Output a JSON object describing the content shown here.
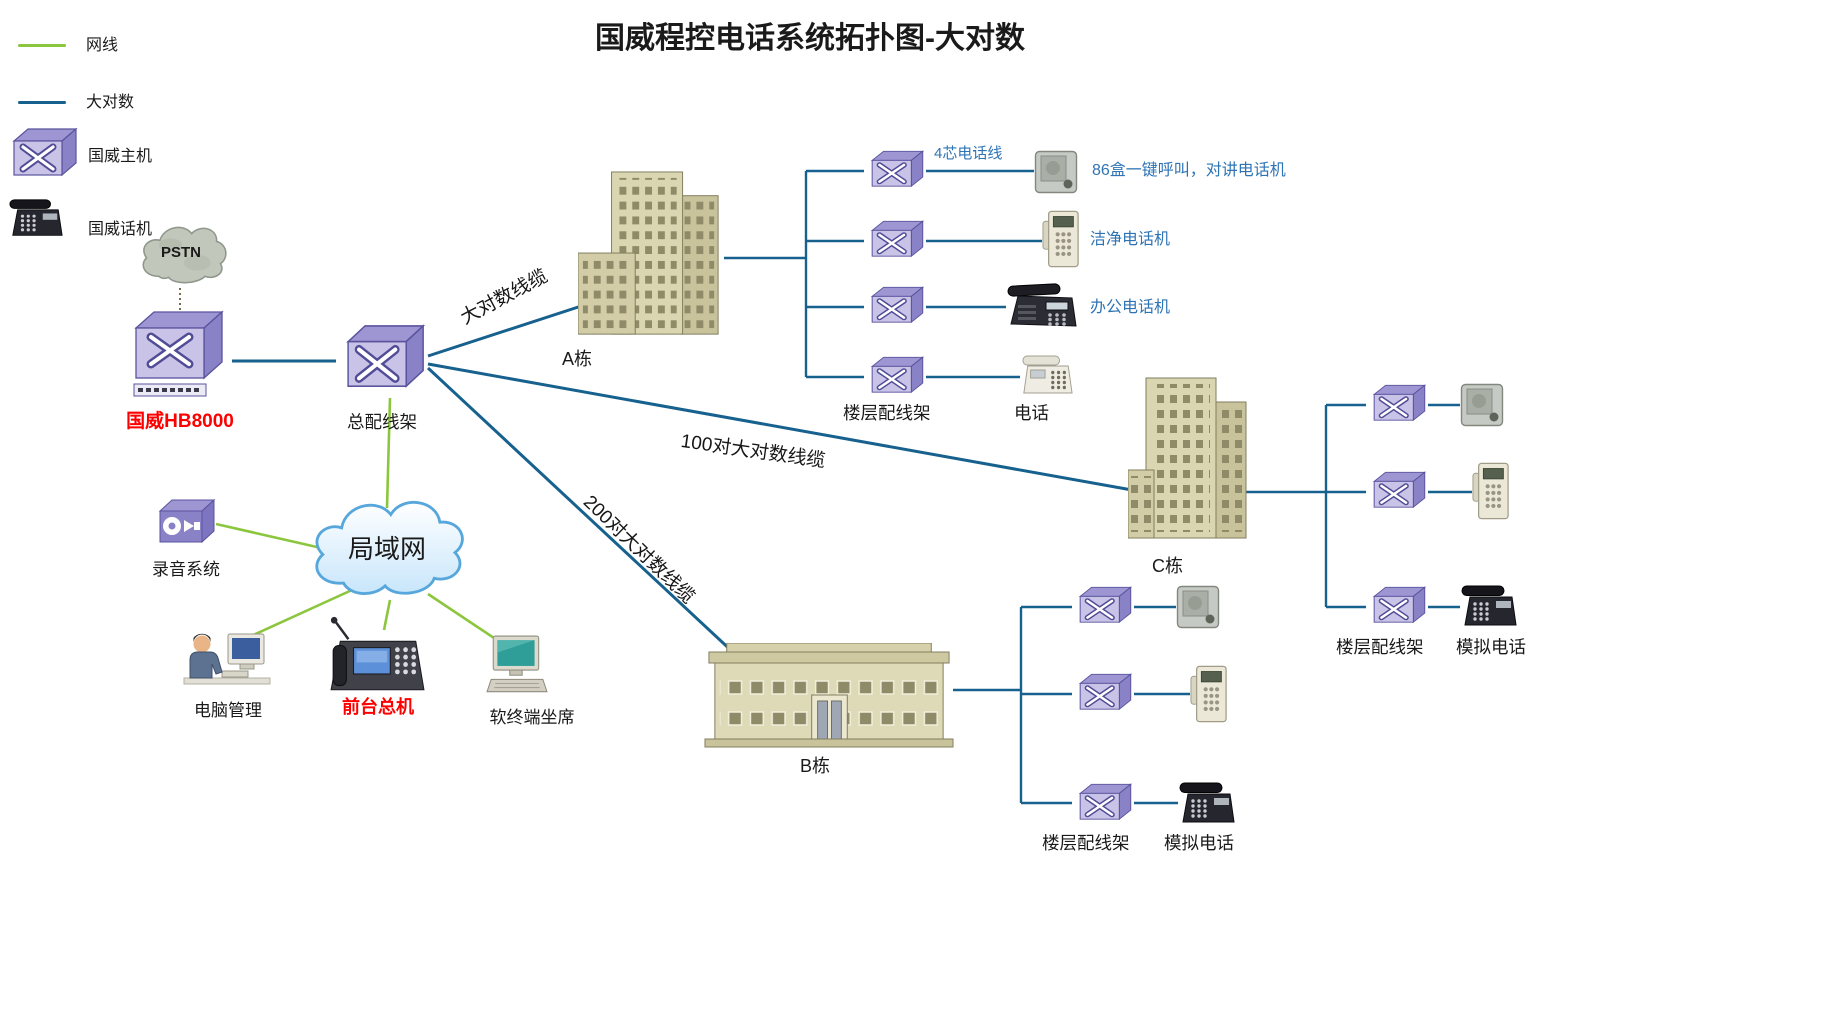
{
  "title": "国威程控电话系统拓扑图-大对数",
  "legend": {
    "lan_cable": "网线",
    "trunk_cable": "大对数",
    "host": "国威主机",
    "phone": "国威话机"
  },
  "colors": {
    "lan_cable": "#8CC63E",
    "trunk_cable": "#17618E",
    "blue_label": "#2E74B5",
    "red_label": "#FF0000",
    "switch_purple": "#8A82C6"
  },
  "nodes": {
    "pstn": "PSTN",
    "host": "国威HB8000",
    "mdf": "总配线架",
    "recorder": "录音系统",
    "lan": "局域网",
    "pc_admin": "电脑管理",
    "front_desk": "前台总机",
    "soft_agent": "软终端坐席",
    "building_a": "A栋",
    "building_b": "B栋",
    "building_c": "C栋"
  },
  "cables": {
    "to_building_a": "大对数线缆",
    "to_building_c": "100对大对数线缆",
    "to_building_b": "200对大对数线缆",
    "four_core": "4芯电话线"
  },
  "cluster_a": {
    "intercom_label": "86盒一键呼叫，对讲电话机",
    "clean_phone_label": "洁净电话机",
    "office_phone_label": "办公电话机",
    "frames_label": "楼层配线架",
    "phones_label": "电话"
  },
  "cluster_b": {
    "frames_label": "楼层配线架",
    "phones_label": "模拟电话"
  },
  "cluster_c": {
    "frames_label": "楼层配线架",
    "phones_label": "模拟电话"
  }
}
